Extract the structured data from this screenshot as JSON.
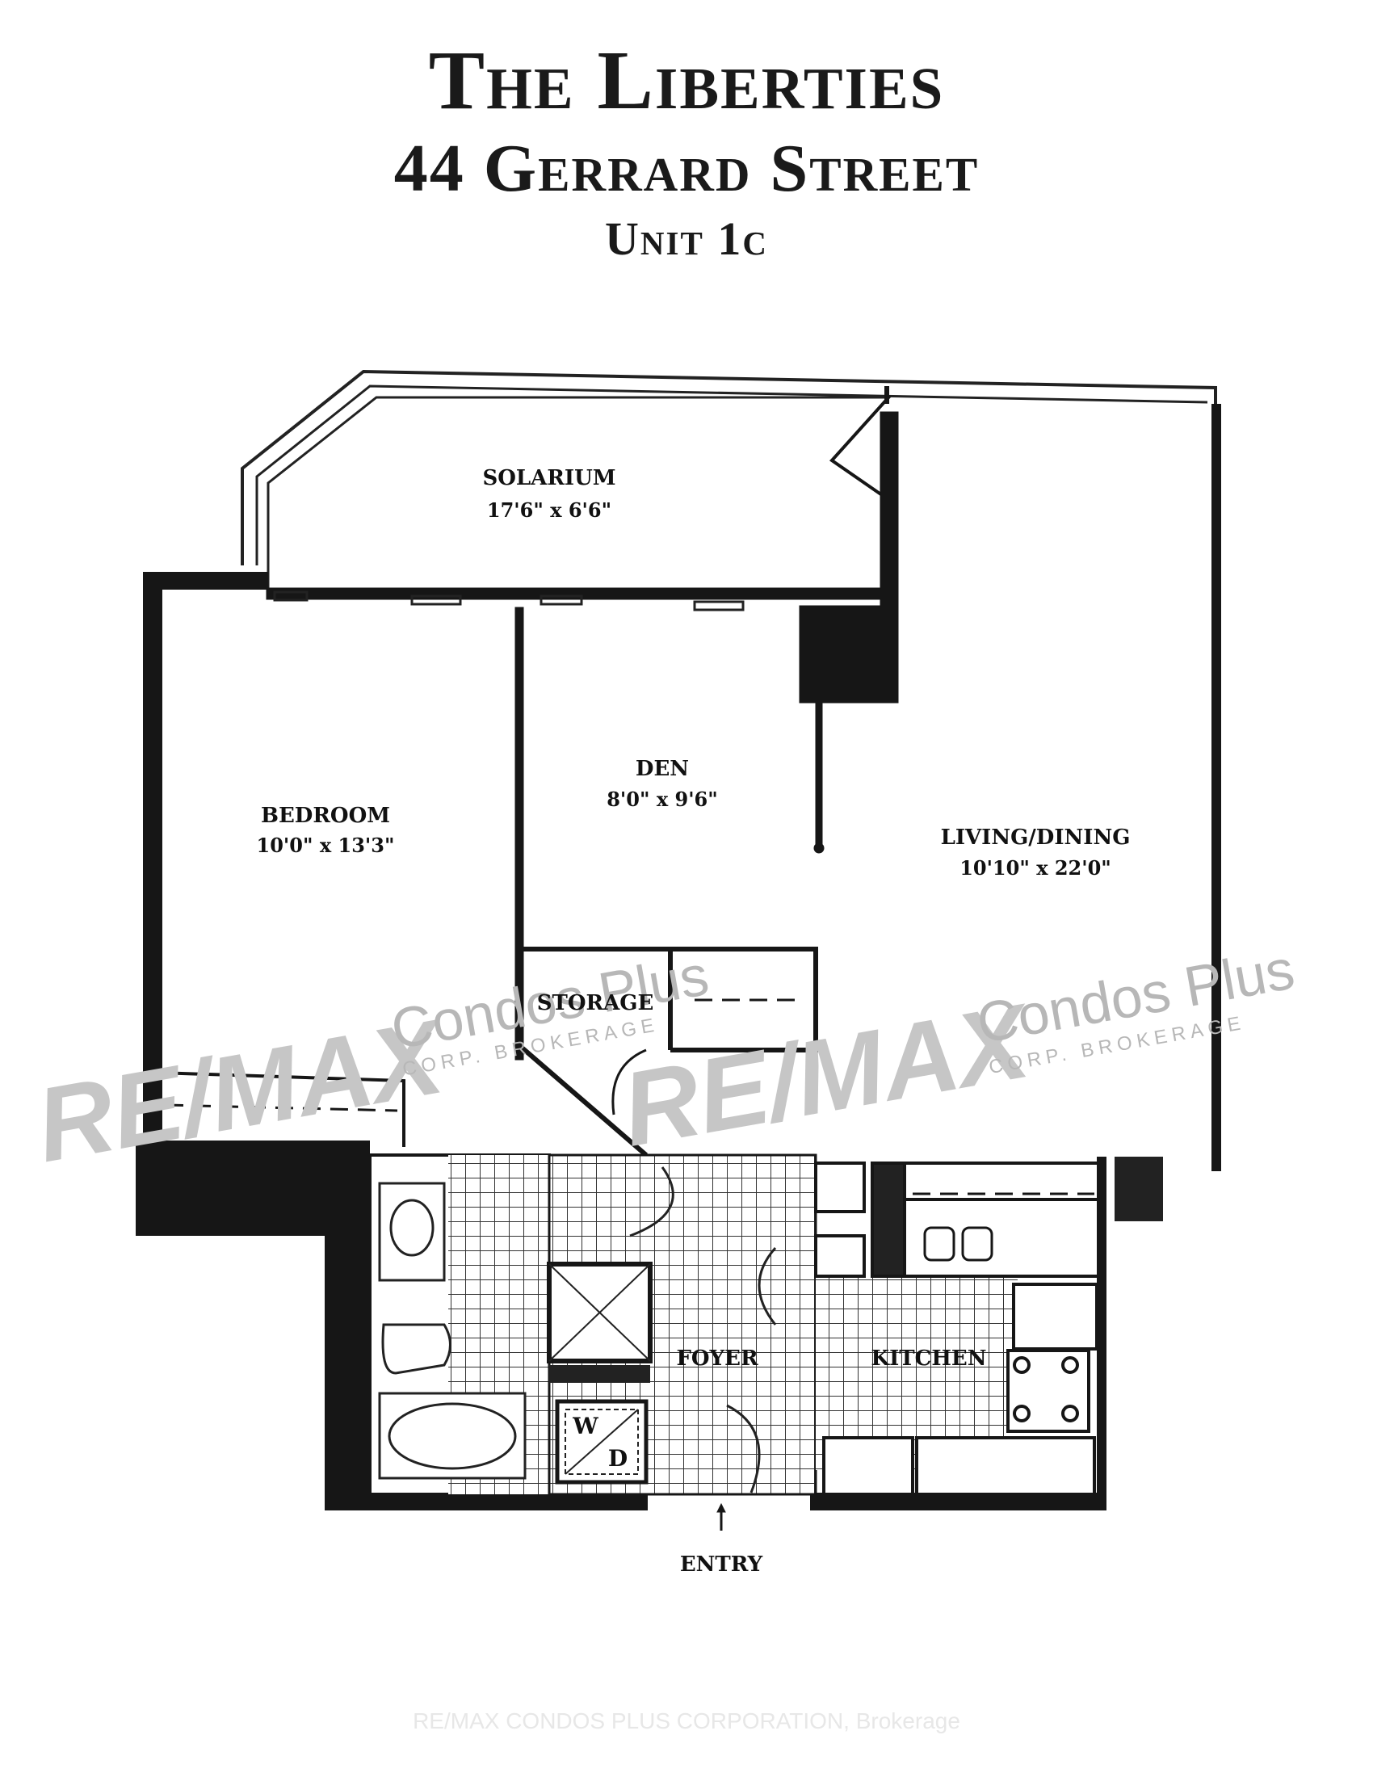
{
  "header": {
    "building": "The Liberties",
    "address": "44 Gerrard Street",
    "unit": "Unit 1c"
  },
  "rooms": {
    "solarium": {
      "name": "SOLARIUM",
      "dims": "17'6\" x 6'6\""
    },
    "bedroom": {
      "name": "BEDROOM",
      "dims": "10'0\" x 13'3\""
    },
    "den": {
      "name": "DEN",
      "dims": "8'0\" x 9'6\""
    },
    "living": {
      "name": "LIVING/DINING",
      "dims": "10'10\" x 22'0\""
    },
    "storage": {
      "name": "STORAGE"
    },
    "foyer": {
      "name": "FOYER"
    },
    "kitchen": {
      "name": "KITCHEN"
    },
    "laundry": {
      "w": "W",
      "d": "D"
    }
  },
  "entry": {
    "label": "ENTRY"
  },
  "watermark": {
    "brand": "RE/MAX",
    "name": "Condos Plus",
    "sub": "CORP. BROKERAGE"
  },
  "credit": "RE/MAX CONDOS PLUS CORPORATION, Brokerage",
  "colors": {
    "wall": "#161616",
    "line": "#222222",
    "watermark": "#c0c0c0"
  }
}
